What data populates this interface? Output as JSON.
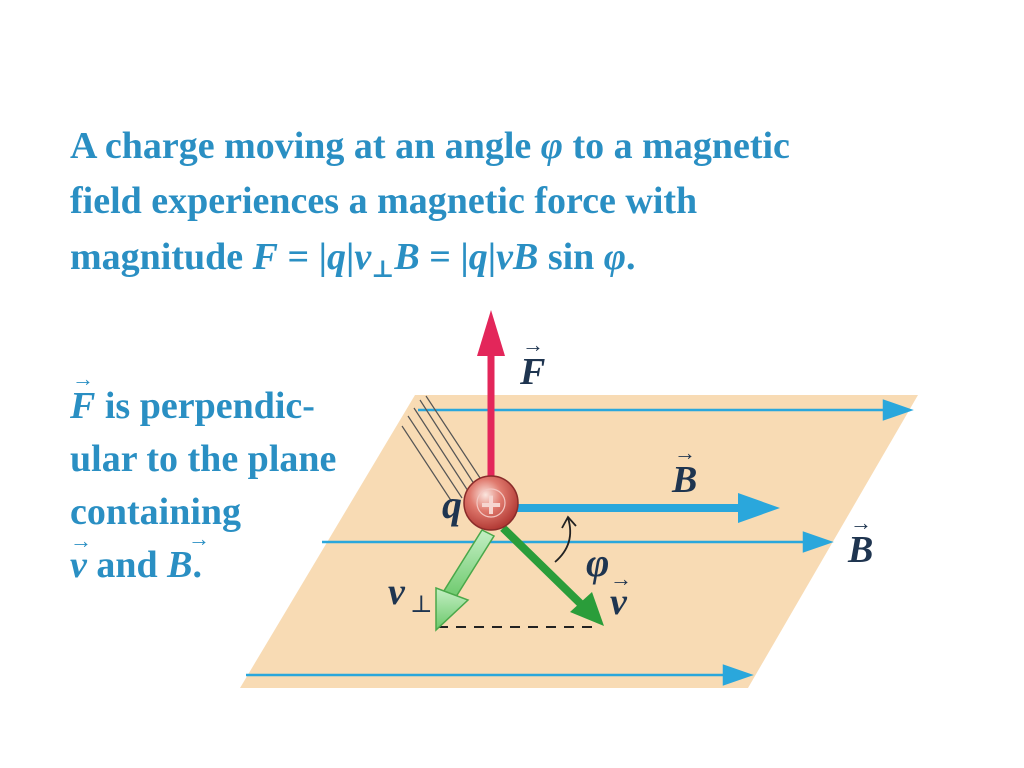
{
  "colors": {
    "text_blue": "#2a8fc3",
    "label_dark": "#1f3550",
    "plane_fill": "#f8dbb4",
    "field_line": "#2aa7dc",
    "force_arrow": "#e3265a",
    "velocity_dark": "#2a9d3a",
    "velocity_light": "#8fd88f",
    "charge_fill": "#d9534f"
  },
  "caption": {
    "line1": "A charge moving at an angle",
    "line1_phi": "φ",
    "line1_end": "to a magnetic",
    "line2": "field experiences a magnetic force with",
    "line3_start": "magnitude",
    "line3_formula_a": "F",
    "line3_formula_b": " = |",
    "line3_formula_c": "q",
    "line3_formula_d": "|",
    "line3_formula_e": "v",
    "line3_formula_sub": "⊥",
    "line3_formula_f": "B",
    "line3_formula_g": " = |",
    "line3_formula_h": "q",
    "line3_formula_i": "|",
    "line3_formula_j": "vB",
    "line3_formula_k": " sin ",
    "line3_formula_l": "φ",
    "line3_formula_m": "."
  },
  "side_note": {
    "vector_F": "F",
    "line1_rest": " is perpendic-",
    "line2": "ular to the plane",
    "line3": "containing",
    "vector_v": "v",
    "and": " and ",
    "vector_B": "B",
    "period": "."
  },
  "labels": {
    "force": "F",
    "field_inner": "B",
    "field_outer": "B",
    "charge_symbol": "q",
    "charge_sign": "+",
    "angle": "φ",
    "velocity": "v",
    "velocity_perp": "v",
    "perp_symbol": "⊥",
    "arrow_over": "→"
  },
  "icons": {
    "charge": "positive-charge-icon",
    "motion": "motion-streaks-icon"
  }
}
